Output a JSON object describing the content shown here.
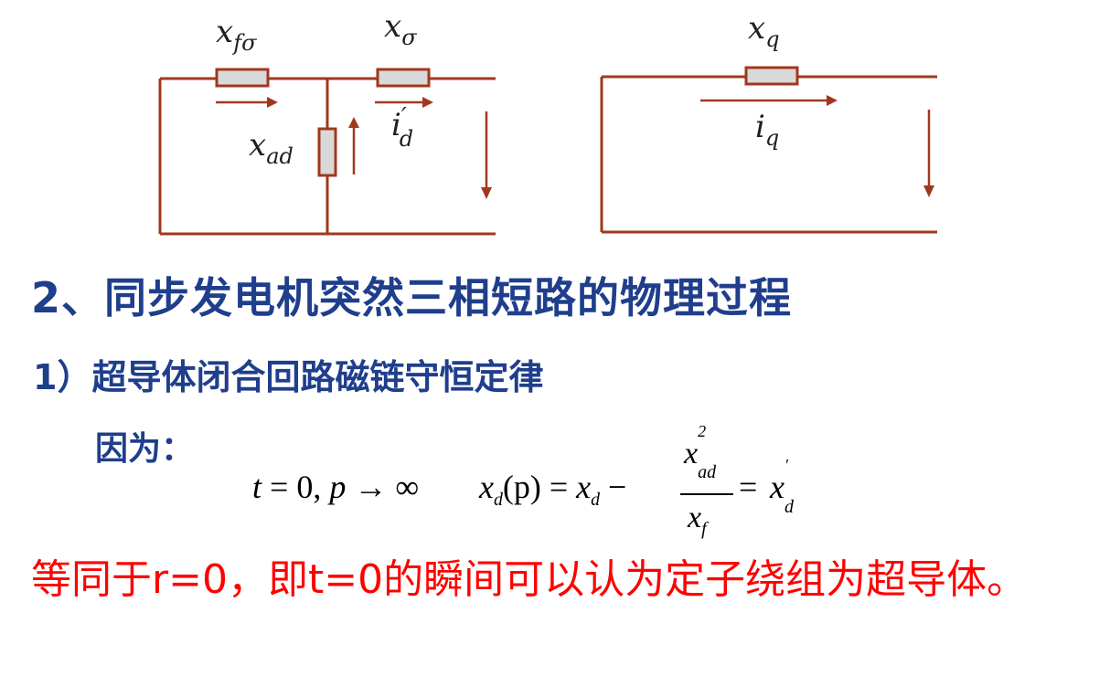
{
  "circuit_left": {
    "label_xf_sigma": {
      "base": "x",
      "sub": "fσ"
    },
    "label_x_sigma": {
      "base": "x",
      "sub": "σ"
    },
    "label_xad": {
      "base": "x",
      "sub": "ad"
    },
    "label_id_prime": {
      "base": "i",
      "sup": "′",
      "sub": "d"
    }
  },
  "circuit_right": {
    "label_xq": {
      "base": "x",
      "sub": "q"
    },
    "label_iq": {
      "base": "i",
      "sub": "q"
    }
  },
  "colors": {
    "wire": "#A0381E",
    "heading": "#1F3E8C",
    "note": "#FF0000",
    "resistor_fill": "#D9D9D9"
  },
  "heading": "2、同步发电机突然三相短路的物理过程",
  "subheading": "1）超导体闭合回路磁链守恒定律",
  "because_label": "因为：",
  "formula": {
    "cond_t": "t",
    "cond_eq": " = 0, ",
    "cond_p": "p",
    "cond_arrow": " → ∞",
    "lhs_x": "x",
    "lhs_sub": "d",
    "lhs_arg": "(p)",
    "eq1": " = ",
    "xd_x": "x",
    "xd_sub": "d",
    "minus": " − ",
    "num_x": "x",
    "num_sup": "2",
    "num_sub": "ad",
    "den_x": "x",
    "den_sub": "f",
    "eq2": "=",
    "res_x": "x",
    "res_sup": "'",
    "res_sub": "d"
  },
  "note": "等同于r=0，即t=0的瞬间可以认为定子绕组为超导体。"
}
